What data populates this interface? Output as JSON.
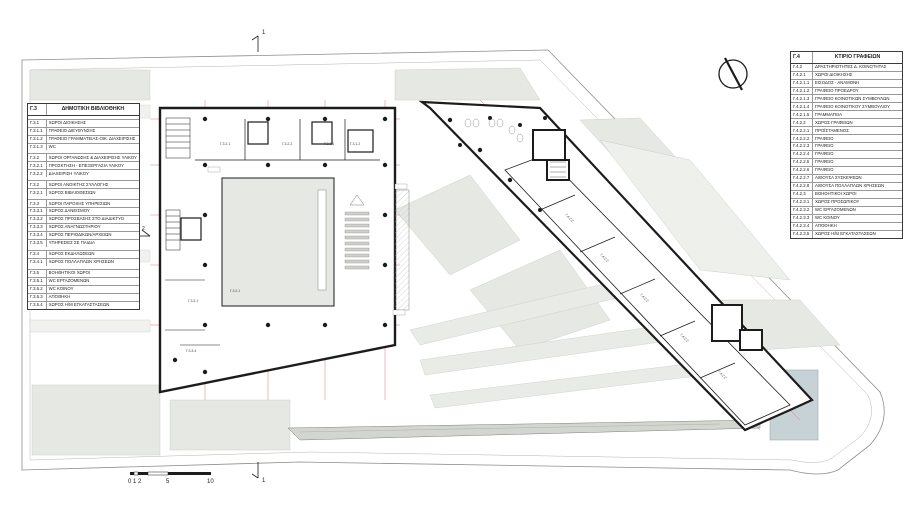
{
  "sections": {
    "top_marker": "1",
    "bottom_marker": "1",
    "left_marker": "2"
  },
  "scale_bar": {
    "labels": [
      "0",
      "1",
      "2",
      "5",
      "10"
    ]
  },
  "legends": {
    "library": {
      "code": "Γ.3",
      "title": "ΔΗΜΟΤΙΚΗ ΒΙΒΛΙΟΘΗΚΗ",
      "groups": [
        [
          {
            "code": "Γ.3.1",
            "label": "ΧΩΡΟΙ ΔΙΟΙΚΗΣΗΣ"
          },
          {
            "code": "Γ.3.1.1",
            "label": "ΓΡΑΦΕΙΟ ΔΙΕΥΘΥΝΣΗΣ"
          },
          {
            "code": "Γ.3.1.2",
            "label": "ΓΡΑΦΕΙΟ ΓΡΑΜΜΑΤΕΙΑΣ-ΟΙΚ. ΔΙΑΧΕΙΡΙΣΗΣ"
          },
          {
            "code": "Γ.3.1.3",
            "label": "WC"
          }
        ],
        [
          {
            "code": "Γ.3.2",
            "label": "ΧΩΡΟΙ ΟΡΓΑΝΩΣΗΣ & ΔΙΑΧΕΙΡΙΣΗΣ ΥΛΙΚΟΥ"
          },
          {
            "code": "Γ.3.2.1",
            "label": "ΠΡΟΣΚΤΗΣΗ - ΕΠΕΞΕΡΓΑΣΙΑ ΥΛΙΚΟΥ"
          },
          {
            "code": "Γ.3.2.2",
            "label": "ΔΙΑΧΕΙΡΙΣΗ ΥΛΙΚΟΥ"
          }
        ],
        [
          {
            "code": "Γ.3.2",
            "label": "ΧΩΡΟΙ ΑΝΟΙΚΤΗΣ ΣΥΛΛΟΓΗΣ"
          },
          {
            "code": "Γ.3.2.1",
            "label": "ΧΩΡΟΣ ΒΙΒΛΙΟΘΕΣΙΩΝ"
          }
        ],
        [
          {
            "code": "Γ.3.3",
            "label": "ΧΩΡΟΙ ΠΑΡΟΧΗΣ ΥΠΗΡΕΣΙΩΝ"
          },
          {
            "code": "Γ.3.3.1",
            "label": "ΧΩΡΟΣ ΔΑΝΕΙΣΜΟΥ"
          },
          {
            "code": "Γ.3.3.2",
            "label": "ΧΩΡΟΣ ΠΡΟΣΒΑΣΗΣ ΣΤΟ ΔΙΑΔΙΚΤΥΟ"
          },
          {
            "code": "Γ.3.3.3",
            "label": "ΧΩΡΟΣ ΑΝΑΓΝΩΣΤΗΡΙΟΥ"
          },
          {
            "code": "Γ.3.3.4",
            "label": "ΧΩΡΟΣ ΠΕΡΙΟΔΙΚΩΝ/ΑΡΧΕΙΩΝ"
          },
          {
            "code": "Γ.3.3.5",
            "label": "ΥΠΗΡΕΣΙΕΣ ΣΕ ΠΑΙΔΙΑ"
          }
        ],
        [
          {
            "code": "Γ.3.4",
            "label": "ΧΩΡΟΣ ΕΚΔΗΛΩΣΕΩΝ"
          },
          {
            "code": "Γ.3.4.1",
            "label": "ΧΩΡΟΣ ΠΟΛΛΑΠΛΩΝ ΧΡΗΣΕΩΝ"
          }
        ],
        [
          {
            "code": "Γ.3.5",
            "label": "ΒΟΗΘΗΤΙΚΟΙ ΧΩΡΟΙ"
          },
          {
            "code": "Γ.3.5.1",
            "label": "WC ΕΡΓΑΖΟΜΕΝΩΝ"
          },
          {
            "code": "Γ.3.5.2",
            "label": "WC ΚΟΙΝΟΥ"
          },
          {
            "code": "Γ.3.5.3",
            "label": "ΑΠΟΘΗΚΗ"
          },
          {
            "code": "Γ.3.5.4",
            "label": "ΧΩΡΟΣ Η/Μ ΕΓΚΑΤΑΣΤΑΣΕΩΝ"
          }
        ]
      ]
    },
    "office": {
      "code": "Γ.4",
      "title": "ΚΤΙΡΙΟ ΓΡΑΦΕΙΩΝ",
      "rows": [
        {
          "code": "Γ.4.2",
          "label": "ΔΡΑΣΤΗΡΙΟΤΗΤΕΣ Δ. ΚΟΙΝΟΤΗΤΑΣ"
        },
        {
          "code": "Γ.4.2.1",
          "label": "ΧΩΡΟΙ ΔΙΟΙΚΗΣΗΣ"
        },
        {
          "code": "Γ.4.2.1.1",
          "label": "ΕΙΣΟΔΟΣ - ΑΝΑΜΟΝΗ"
        },
        {
          "code": "Γ.4.2.1.2",
          "label": "ΓΡΑΦΕΙΟ ΠΡΟΕΔΡΟΥ"
        },
        {
          "code": "Γ.4.2.1.3",
          "label": "ΓΡΑΦΕΙΟ ΚΟΙΝΟΤΙΚΩΝ ΣΥΜΒΟΥΛΩΝ"
        },
        {
          "code": "Γ.4.2.1.4",
          "label": "ΓΡΑΦΕΙΟ ΚΟΙΝΟΤΙΚΟΥ ΣΥΜΒΟΥΛΙΟΥ"
        },
        {
          "code": "Γ.4.2.1.5",
          "label": "ΓΡΑΜΜΑΤΕΙΑ"
        },
        {
          "code": "Γ.4.2.2",
          "label": "ΧΩΡΟΣ ΓΡΑΦΕΙΩΝ"
        },
        {
          "code": "Γ.4.2.2.1",
          "label": "ΠΡΟΪΣΤΑΜΕΝΟΣ"
        },
        {
          "code": "Γ.4.2.2.2",
          "label": "ΓΡΑΦΕΙΟ"
        },
        {
          "code": "Γ.4.2.2.3",
          "label": "ΓΡΑΦΕΙΟ"
        },
        {
          "code": "Γ.4.2.2.4",
          "label": "ΓΡΑΦΕΙΟ"
        },
        {
          "code": "Γ.4.2.2.5",
          "label": "ΓΡΑΦΕΙΟ"
        },
        {
          "code": "Γ.4.2.2.6",
          "label": "ΓΡΑΦΕΙΟ"
        },
        {
          "code": "Γ.4.2.2.7",
          "label": "ΑΙΘΟΥΣΑ ΣΥΣΚΕΨΕΩΝ"
        },
        {
          "code": "Γ.4.2.2.8",
          "label": "ΑΙΘΟΥΣΑ ΠΟΛΛΑΠΛΩΝ ΧΡΗΣΕΩΝ"
        },
        {
          "code": "Γ.4.2.3",
          "label": "ΒΟΗΘΗΤΙΚΟΙ ΧΩΡΟΙ"
        },
        {
          "code": "Γ.4.2.3.1",
          "label": "ΧΩΡΟΣ ΠΡΟΣΩΠΙΚΟΥ"
        },
        {
          "code": "Γ.4.2.3.2",
          "label": "WC ΕΡΓΑΖΟΜΕΝΩΝ"
        },
        {
          "code": "Γ.4.2.3.3",
          "label": "WC ΚΟΙΝΟΥ"
        },
        {
          "code": "Γ.4.2.3.4",
          "label": "ΑΠΟΘΗΚΗ"
        },
        {
          "code": "Γ.4.2.3.5",
          "label": "ΧΩΡΟΣ Η/Μ ΕΓΚΑΤΑΣΤΑΣΕΩΝ"
        }
      ]
    }
  },
  "colors": {
    "ground": "#e6e8e3",
    "paving": "#f4f5f2",
    "wall": "#1c1c1c",
    "grid_red": "#d96b6b",
    "water": "#c7d2d6"
  }
}
